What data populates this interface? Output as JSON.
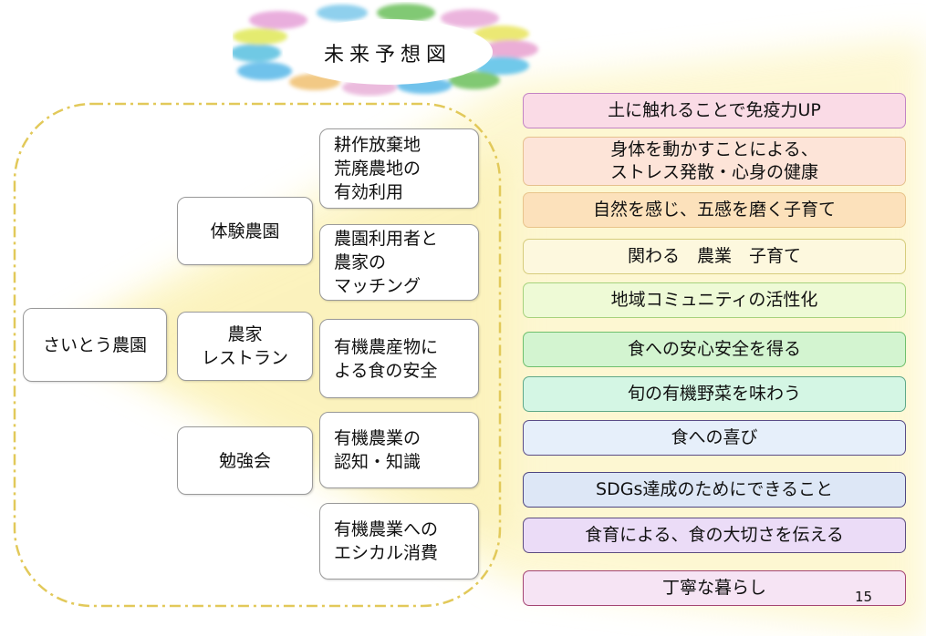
{
  "title": "未来予想図",
  "root": "さいとう農園",
  "activities": [
    "体験農園",
    "農家\nレストラン",
    "勉強会"
  ],
  "effects": [
    "耕作放棄地\n荒廃農地の\n有効利用",
    "農園利用者と\n農家の\nマッチング",
    "有機農産物に\nよる食の安全",
    "有機農業の\n認知・知識",
    "有機農業への\nエシカル消費"
  ],
  "outcomes": [
    {
      "text": "土に触れることで免疫力UP",
      "bg": "#fadbe6",
      "border": "#c283c4"
    },
    {
      "text": "身体を動かすことによる、\nストレス発散・心身の健康",
      "bg": "#fde4d8",
      "border": "#e6c08e"
    },
    {
      "text": "自然を感じ、五感を磨く子育て",
      "bg": "#fce1bb",
      "border": "#e8c48a"
    },
    {
      "text": "関わる　農業　子育て",
      "bg": "#fdf8de",
      "border": "#d6cc7c"
    },
    {
      "text": "地域コミュニティの活性化",
      "bg": "#eefad6",
      "border": "#a6d27c"
    },
    {
      "text": "食への安心安全を得る",
      "bg": "#d3f4d0",
      "border": "#6fbf6c"
    },
    {
      "text": "旬の有機野菜を味わう",
      "bg": "#d4f6e4",
      "border": "#5ea888"
    },
    {
      "text": "食への喜び",
      "bg": "#e6effa",
      "border": "#5a4c86"
    },
    {
      "text": "SDGs達成のためにできること",
      "bg": "#dde7f6",
      "border": "#4e4680"
    },
    {
      "text": "食育による、食の大切さを伝える",
      "bg": "#ebdcf7",
      "border": "#5c4c80"
    },
    {
      "text": "丁寧な暮らし",
      "bg": "#f6e4f4",
      "border": "#a44472"
    }
  ],
  "page_number": "15"
}
